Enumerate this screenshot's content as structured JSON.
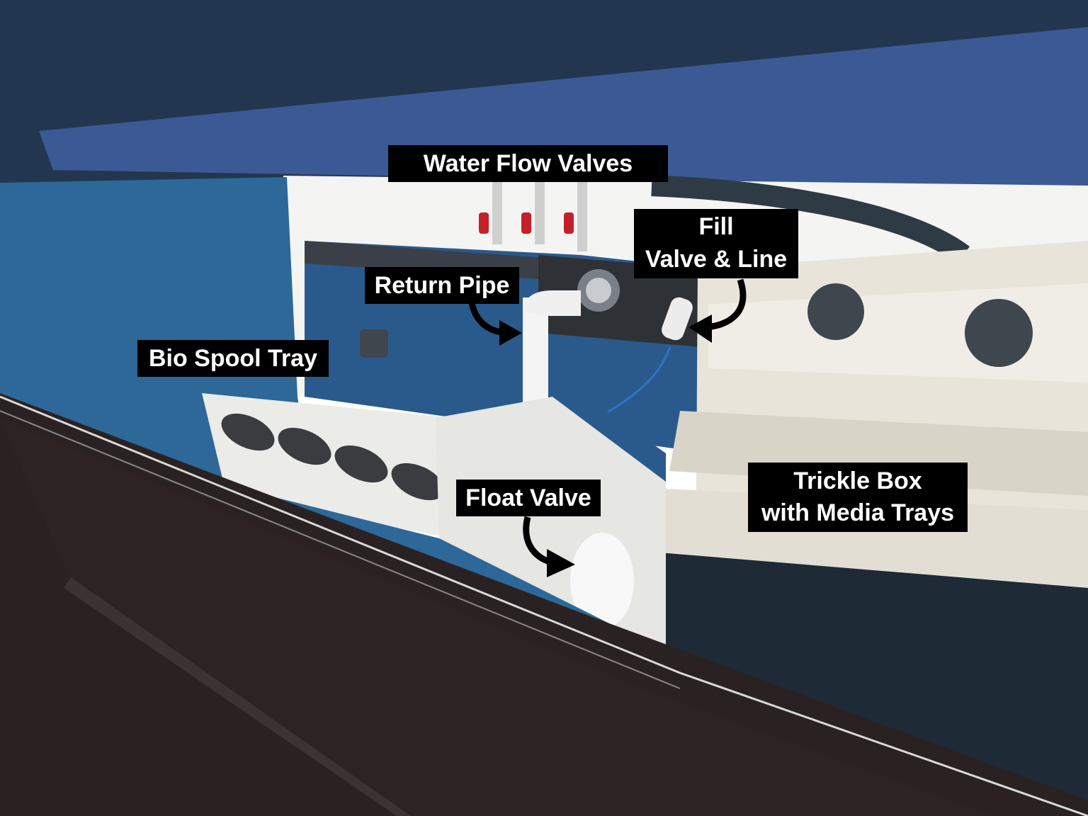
{
  "image": {
    "description": "Annotated aquarium sump cabinet photo",
    "colors": {
      "top_dark": "#22374f",
      "top_band": "#3b5a95",
      "wall_blue": "#2d6898",
      "cabinet": "#2a2222",
      "acrylic": "#e8e8e4",
      "label_bg": "#000000",
      "label_text": "#ffffff"
    }
  },
  "labels": {
    "water_flow_valves": {
      "lines": [
        "Water Flow Valves"
      ]
    },
    "fill_valve_line": {
      "lines": [
        "Fill",
        "Valve & Line"
      ]
    },
    "return_pipe": {
      "lines": [
        "Return Pipe"
      ]
    },
    "bio_spool_tray": {
      "lines": [
        "Bio Spool Tray"
      ]
    },
    "float_valve": {
      "lines": [
        "Float Valve"
      ]
    },
    "trickle_box": {
      "lines": [
        "Trickle Box",
        "with Media Trays"
      ]
    }
  }
}
